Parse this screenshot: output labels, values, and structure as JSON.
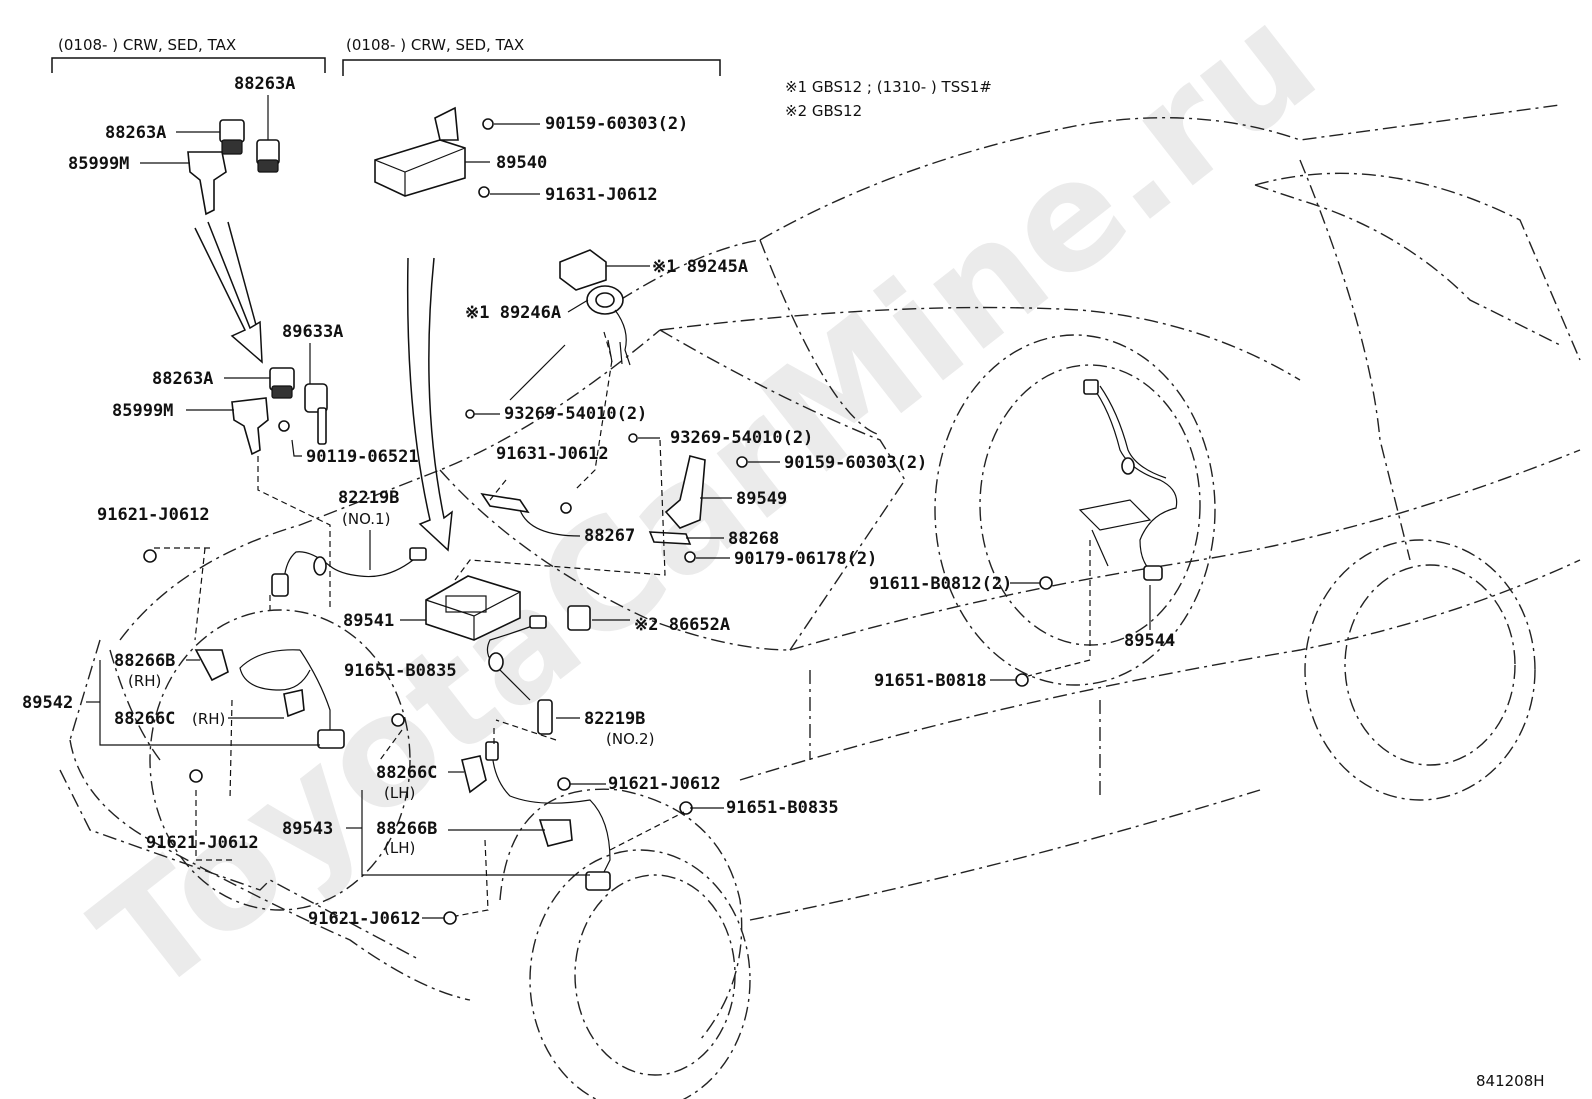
{
  "watermark": "ToyotaCarMine.ru",
  "drawing_number": "841208H",
  "notes": {
    "note1": "※1 GBS12 ; (1310-        ) TSS1#",
    "note2": "※2 GBS12"
  },
  "brackets": {
    "left": "(0108-        ) CRW, SED, TAX",
    "middle": "(0108-        ) CRW, SED, TAX"
  },
  "labels": {
    "p88263A_top": "88263A",
    "p88263A_mid": "88263A",
    "p85999M_top": "85999M",
    "p90159_top": "90159-60303(2)",
    "p89540": "89540",
    "p91631_top": "91631-J0612",
    "p89245A": "※1 89245A",
    "p89246A": "※1 89246A",
    "p89633A": "89633A",
    "p88263A_low": "88263A",
    "p85999M_low": "85999M",
    "p90119": "90119-06521",
    "p93269_a": "93269-54010(2)",
    "p91631_mid": "91631-J0612",
    "p93269_b": "93269-54010(2)",
    "p90159_mid": "90159-60303(2)",
    "p89549": "89549",
    "p82219B_1": "82219B",
    "p82219B_1_sub": "(NO.1)",
    "p88267": "88267",
    "p88268": "88268",
    "p90179": "90179-06178(2)",
    "p91621_left": "91621-J0612",
    "p91611": "91611-B0812(2)",
    "p89541": "89541",
    "p86652A": "※2 86652A",
    "p89544": "89544",
    "p88266B_rh": "88266B",
    "p88266B_rh_sub": "(RH)",
    "p91651_a": "91651-B0835",
    "p91651_b": "91651-B0818",
    "p89542": "89542",
    "p88266C_rh": "88266C",
    "p88266C_rh_sub": "(RH)",
    "p82219B_2": "82219B",
    "p82219B_2_sub": "(NO.2)",
    "p88266C_lh": "88266C",
    "p88266C_lh_sub": "(LH)",
    "p91621_mid": "91621-J0612",
    "p91651_c": "91651-B0835",
    "p89543": "89543",
    "p88266B_lh": "88266B",
    "p88266B_lh_sub": "(LH)",
    "p91621_low": "91621-J0612",
    "p91621_bottom": "91621-J0612"
  }
}
